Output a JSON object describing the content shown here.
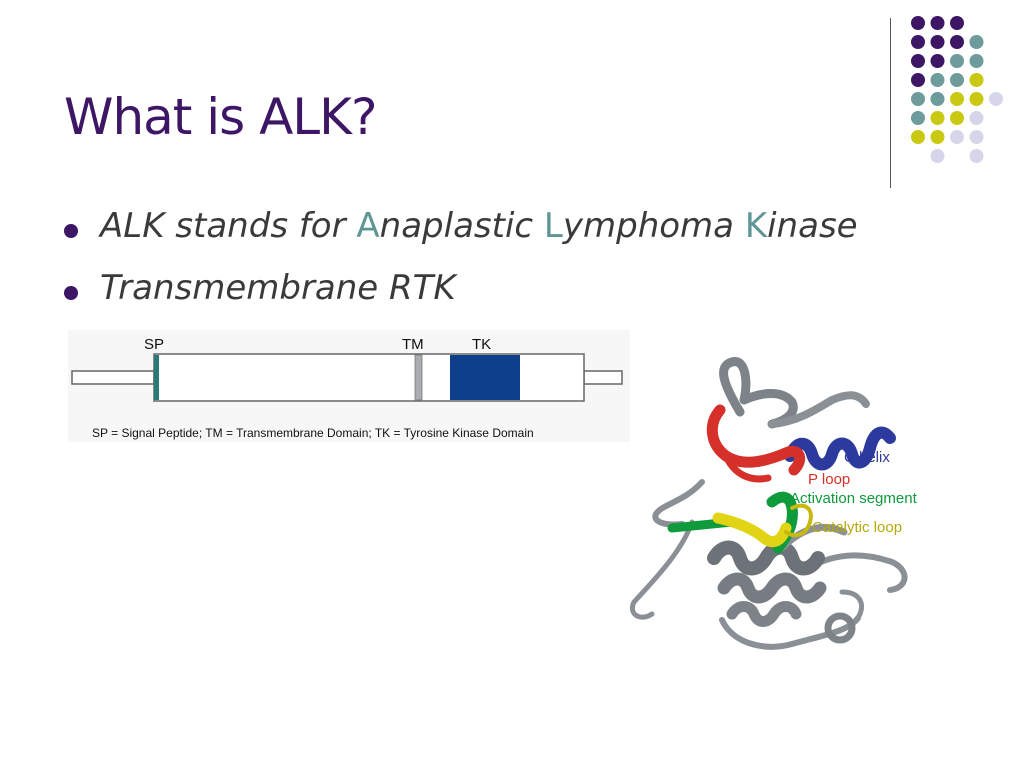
{
  "slide": {
    "title": "What is ALK?",
    "bullets": [
      {
        "parts": [
          "ALK stands for ",
          "A",
          "naplastic ",
          "L",
          "ymphoma ",
          "K",
          "inase"
        ]
      },
      {
        "parts": [
          "Transmembrane RTK"
        ]
      }
    ]
  },
  "domain_diagram": {
    "labels": {
      "sp": "SP",
      "tm": "TM",
      "tk": "TK"
    },
    "caption": "SP = Signal Peptide; TM = Transmembrane Domain; TK = Tyrosine Kinase Domain"
  },
  "structure_figure": {
    "labels": {
      "c_helix": "C helix",
      "p_loop": "P loop",
      "activation_segment": "Activation segment",
      "catalytic_loop": "Catalytic loop"
    }
  },
  "colors": {
    "title": "#3d1766",
    "accent": "#5f9595",
    "purple": "#3d1766",
    "teal": "#6e9b9b",
    "lime": "#c9c914",
    "lavender": "#d6d6ea",
    "tk_blue": "#0d3f8a",
    "sp_teal": "#2a7a78",
    "c_helix": "#2b3a9c",
    "p_loop": "#d6302a",
    "activation": "#0f9a3c",
    "catalytic": "#c9b90f"
  }
}
